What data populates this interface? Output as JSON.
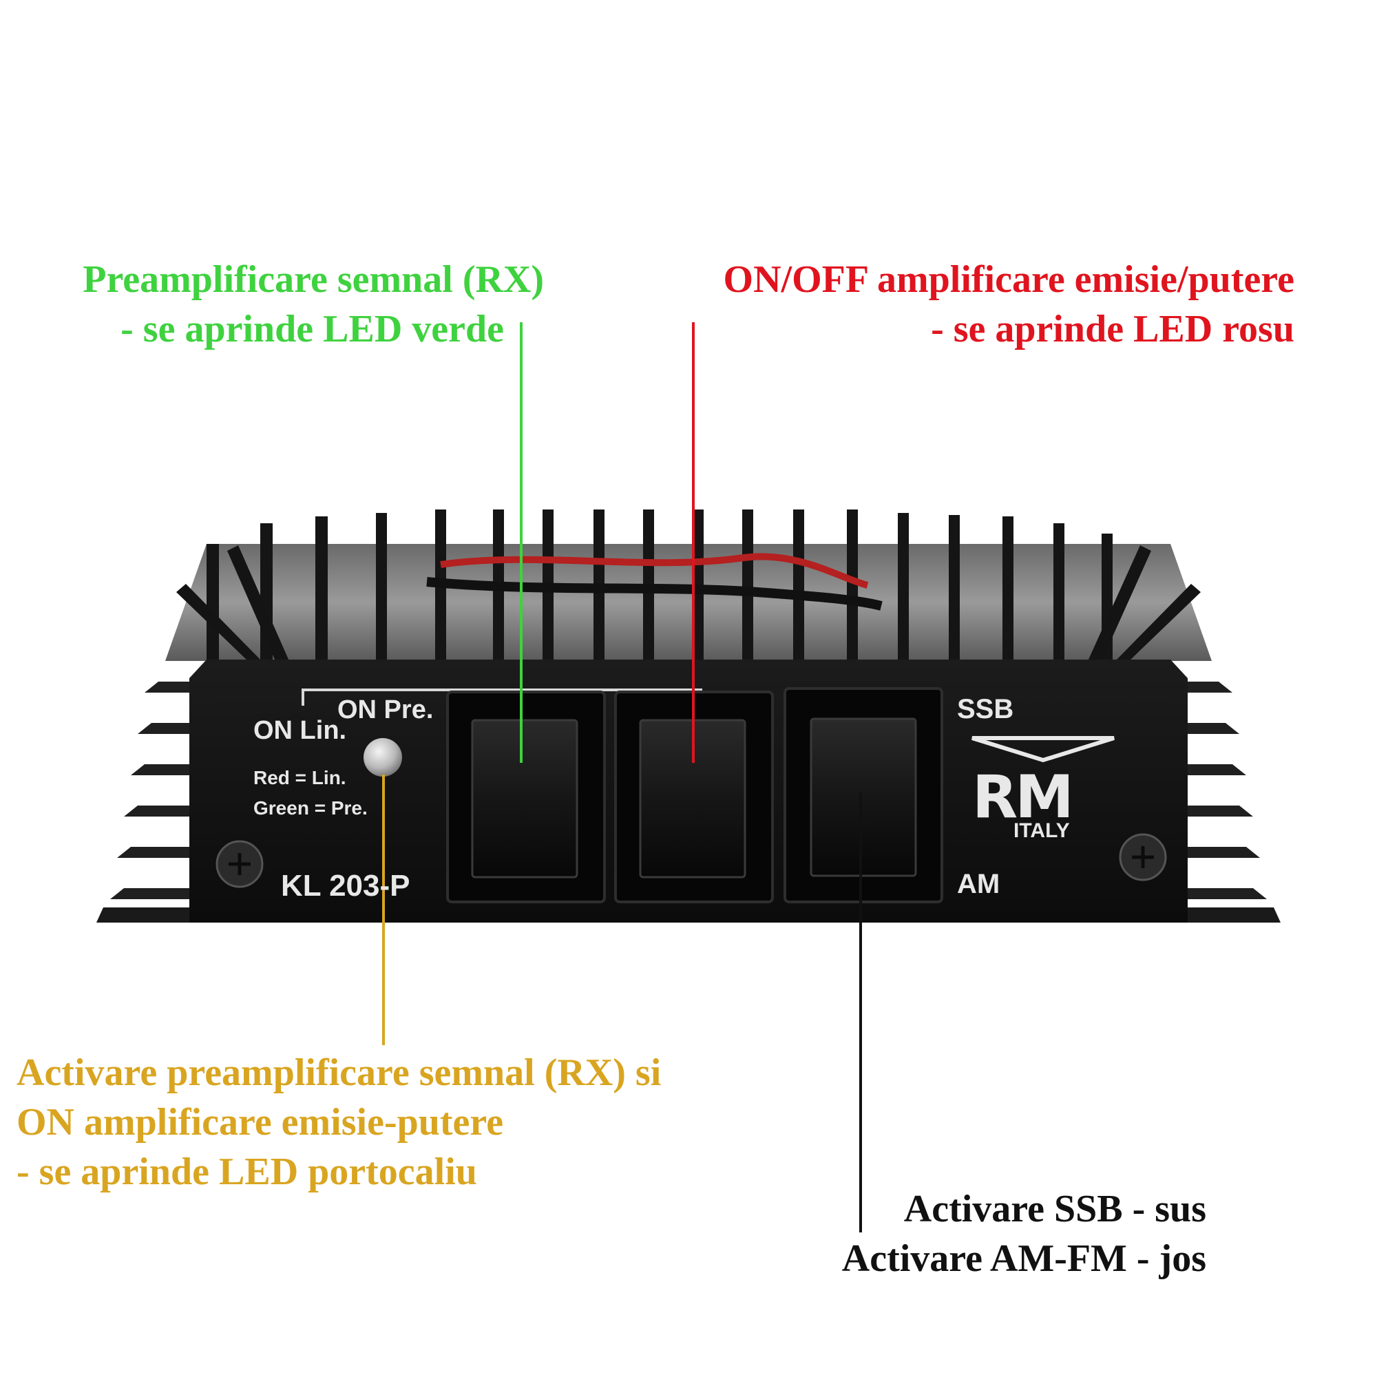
{
  "annotations": {
    "preamp": {
      "lines": [
        "Preamplificare semnal (RX)",
        "- se aprinde LED verde"
      ],
      "color": "#3fd23f"
    },
    "power": {
      "lines": [
        "ON/OFF amplificare emisie/putere",
        "- se aprinde LED rosu"
      ],
      "color": "#e0141e"
    },
    "combined": {
      "lines": [
        "Activare preamplificare semnal (RX) si",
        "ON amplificare emisie-putere",
        "- se aprinde LED portocaliu"
      ],
      "color": "#d9a521"
    },
    "mode": {
      "lines": [
        "Activare SSB - sus",
        "Activare AM-FM - jos"
      ],
      "color": "#111111"
    }
  },
  "panel": {
    "on_lin": "ON Lin.",
    "on_pre": "ON Pre.",
    "red_label": "Red = Lin.",
    "green_label": "Green = Pre.",
    "model": "KL 203-P",
    "ssb": "SSB",
    "am": "AM",
    "brand": "RM",
    "brand_sub": "ITALY"
  }
}
